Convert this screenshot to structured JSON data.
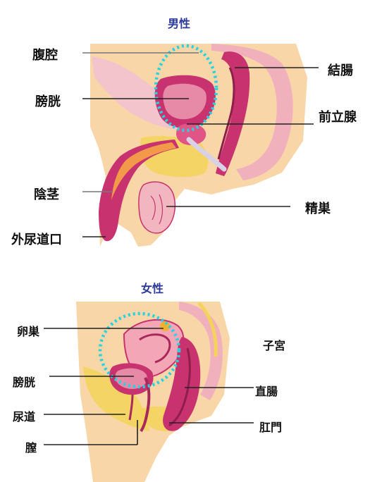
{
  "male": {
    "title": "男性",
    "labels": {
      "pelvic_cavity": "腹腔",
      "bladder": "膀胱",
      "penis": "陰茎",
      "urethral_opening": "外尿道口",
      "colon": "結腸",
      "prostate": "前立腺",
      "testis": "精巣"
    }
  },
  "female": {
    "title": "女性",
    "labels": {
      "ovary": "卵巣",
      "bladder": "膀胱",
      "urethra": "尿道",
      "vagina": "膣",
      "uterus": "子宮",
      "rectum": "直腸",
      "anus": "肛門"
    }
  },
  "colors": {
    "skin": "#f8d6a8",
    "tissue_pink": "#f2b6c0",
    "organ_magenta": "#c8326e",
    "organ_deep": "#a8285a",
    "fat_yellow": "#f5d35a",
    "penis_orange": "#f29a4a",
    "highlight_circle": "#27d3e0",
    "title_blue": "#2b3a9a"
  }
}
